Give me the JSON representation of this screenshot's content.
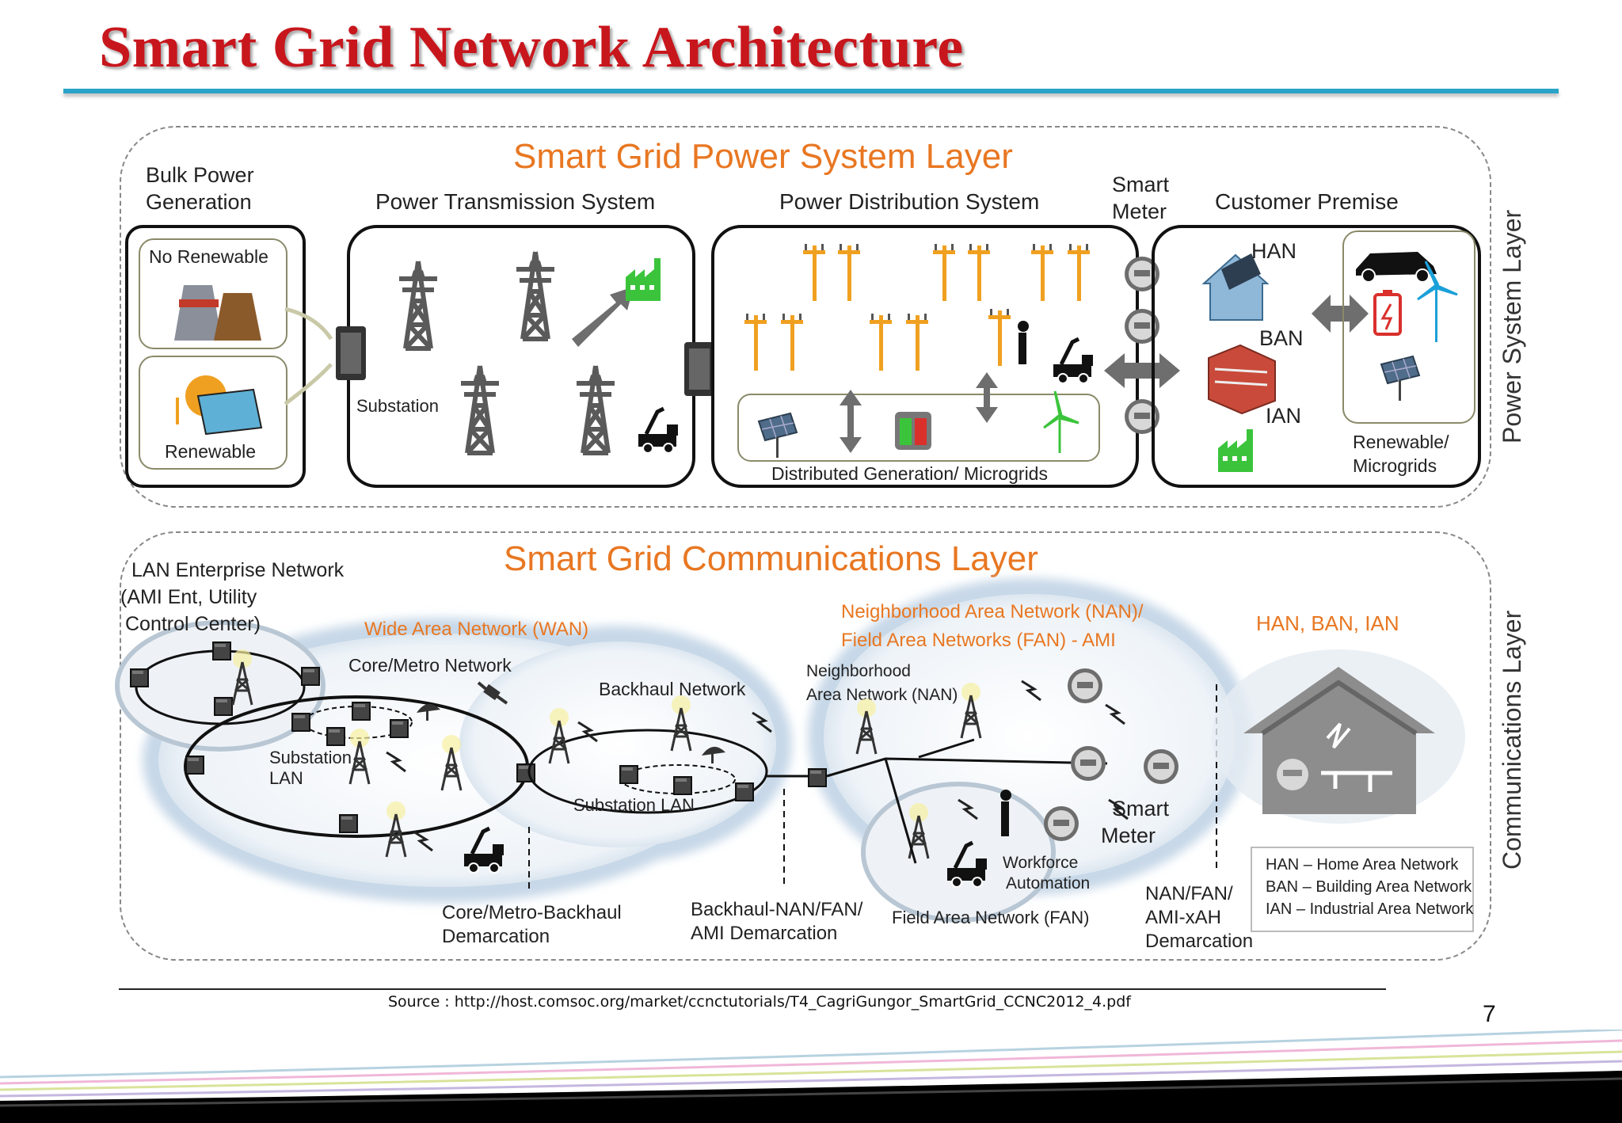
{
  "slide": {
    "title": "Smart Grid Network Architecture",
    "source": "Source : http://host.comsoc.org/market/ccnctutorials/T4_CagriGungor_SmartGrid_CCNC2012_4.pdf",
    "page_number": "7"
  },
  "power_layer": {
    "heading": "Smart Grid Power System Layer",
    "side_label": "Power System Layer",
    "bulk_power_line1": "Bulk Power",
    "bulk_power_line2": "Generation",
    "no_renewable": "No Renewable",
    "renewable": "Renewable",
    "transmission": "Power Transmission System",
    "substation": "Substation",
    "distribution": "Power Distribution System",
    "distributed_generation": "Distributed Generation/ Microgrids",
    "smart_meter_line1": "Smart",
    "smart_meter_line2": "Meter",
    "customer_premise": "Customer Premise",
    "han": "HAN",
    "ban": "BAN",
    "ian": "IAN",
    "renewable_microgrids_line1": "Renewable/",
    "renewable_microgrids_line2": "Microgrids"
  },
  "comm_layer": {
    "heading": "Smart Grid Communications Layer",
    "side_label": "Communications Layer",
    "lan_line1": "LAN Enterprise Network",
    "lan_line2": "(AMI Ent, Utility",
    "lan_line3": "Control Center)",
    "wan": "Wide Area Network (WAN)",
    "core_metro": "Core/Metro Network",
    "substation_lan_line1": "Substation",
    "substation_lan_line2": "LAN",
    "backhaul_network": "Backhaul Network",
    "substation_lan2": "Substation LAN",
    "nan_fan_line1": "Neighborhood Area Network (NAN)/",
    "nan_fan_line2": "Field Area Networks (FAN) - AMI",
    "nan_line1": "Neighborhood",
    "nan_line2": "Area Network (NAN)",
    "han_ban_ian": "HAN, BAN, IAN",
    "smart_meter_line1": "Smart",
    "smart_meter_line2": "Meter",
    "workforce_line1": "Workforce",
    "workforce_line2": "Automation",
    "core_metro_demarc_line1": "Core/Metro-Backhaul",
    "core_metro_demarc_line2": "Demarcation",
    "backhaul_demarc_line1": "Backhaul-NAN/FAN/",
    "backhaul_demarc_line2": "AMI Demarcation",
    "fan": "Field Area Network (FAN)",
    "nan_fan_demarc_line1": "NAN/FAN/",
    "nan_fan_demarc_line2": "AMI-xAH",
    "nan_fan_demarc_line3": "Demarcation",
    "legend_han": "HAN – Home Area Network",
    "legend_ban": "BAN – Building Area Network",
    "legend_ian": "IAN – Industrial Area Network"
  },
  "colors": {
    "title_red": "#c8161d",
    "rule_blue": "#2aa3c9",
    "heading_orange": "#e87722",
    "renewable_green": "#3bc43b",
    "pole_orange": "#f0a020"
  }
}
